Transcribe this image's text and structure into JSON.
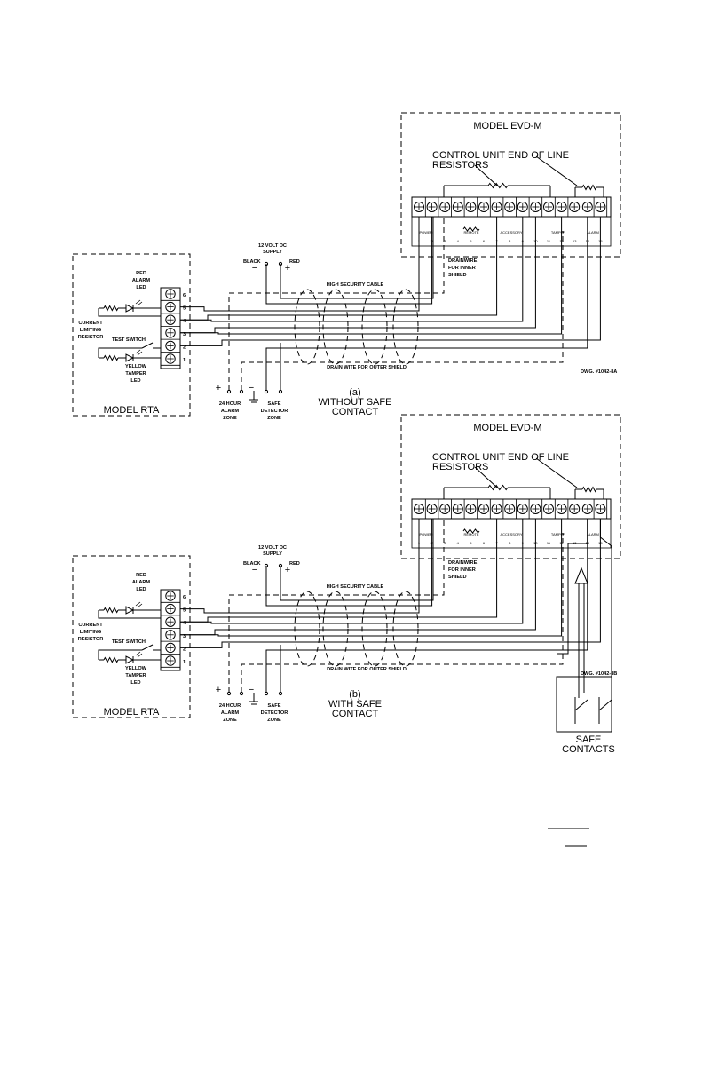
{
  "diagrams": [
    {
      "evd_title": "MODEL EVD-M",
      "resistor_label": "CONTROL UNIT END OF LINE",
      "resistor_label_2": "RESISTORS",
      "supply_label": "12 VOLT DC",
      "supply_label_2": "SUPPLY",
      "black_label": "BLACK",
      "red_label": "RED",
      "minus": "−",
      "plus": "+",
      "cable_label": "HIGH SECURITY CABLE",
      "drainwire_label": "DRAINWIRE",
      "drainwire_label_2": "FOR INNER",
      "drainwire_label_3": "SHIELD",
      "drain_outer_label": "DRAIN WITE FOR OUTER SHIELD",
      "dwg": "DWG. #1042-8A",
      "caption_letter": "(a)",
      "caption": "WITHOUT SAFE",
      "caption_2": "CONTACT",
      "rta_title": "MODEL RTA",
      "red_led": "RED",
      "red_led_2": "ALARM",
      "red_led_3": "LED",
      "yellow_led": "YELLOW",
      "yellow_led_2": "TAMPER",
      "yellow_led_3": "LED",
      "current_limit": "CURRENT",
      "current_limit_2": "LIMITING",
      "current_limit_3": "RESISTOR",
      "test_switch": "TEST SWITCH",
      "alarm_zone": "24 HOUR",
      "alarm_zone_2": "ALARM",
      "alarm_zone_3": "ZONE",
      "safe_zone": "SAFE",
      "safe_zone_2": "DETECTOR",
      "safe_zone_3": "ZONE",
      "rta_terminals": [
        "6",
        "5",
        "4",
        "3",
        "2",
        "1"
      ],
      "evd_terminals": [
        "1",
        "2",
        "3",
        "4",
        "5",
        "6",
        "7",
        "8",
        "9",
        "10",
        "11",
        "12",
        "13",
        "14",
        "15"
      ],
      "group_labels": [
        "POWER",
        "REMOTE",
        "ACCESSORY",
        "TAMPER",
        "ALARM"
      ]
    },
    {
      "evd_title": "MODEL EVD-M",
      "resistor_label": "CONTROL UNIT END OF LINE",
      "resistor_label_2": "RESISTORS",
      "supply_label": "12 VOLT DC",
      "supply_label_2": "SUPPLY",
      "black_label": "BLACK",
      "red_label": "RED",
      "minus": "−",
      "plus": "+",
      "cable_label": "HIGH SECURITY CABLE",
      "drainwire_label": "DRAINWIRE",
      "drainwire_label_2": "FOR INNER",
      "drainwire_label_3": "SHIELD",
      "drain_outer_label": "DRAIN WITE FOR OUTER SHIELD",
      "dwg": "DWG. #1042-8B",
      "caption_letter": "(b)",
      "caption": "WITH SAFE",
      "caption_2": "CONTACT",
      "rta_title": "MODEL RTA",
      "red_led": "RED",
      "red_led_2": "ALARM",
      "red_led_3": "LED",
      "yellow_led": "YELLOW",
      "yellow_led_2": "TAMPER",
      "yellow_led_3": "LED",
      "current_limit": "CURRENT",
      "current_limit_2": "LIMITING",
      "current_limit_3": "RESISTOR",
      "test_switch": "TEST SWITCH",
      "alarm_zone": "24 HOUR",
      "alarm_zone_2": "ALARM",
      "alarm_zone_3": "ZONE",
      "safe_zone": "SAFE",
      "safe_zone_2": "DETECTOR",
      "safe_zone_3": "ZONE",
      "rta_terminals": [
        "6",
        "5",
        "4",
        "3",
        "2",
        "1"
      ],
      "evd_terminals": [
        "1",
        "2",
        "3",
        "4",
        "5",
        "6",
        "7",
        "8",
        "9",
        "10",
        "11",
        "12",
        "13",
        "14",
        "15"
      ],
      "group_labels": [
        "POWER",
        "REMOTE",
        "ACCESSORY",
        "TAMPER",
        "ALARM"
      ],
      "safe_contacts": "SAFE",
      "safe_contacts_2": "CONTACTS"
    }
  ]
}
